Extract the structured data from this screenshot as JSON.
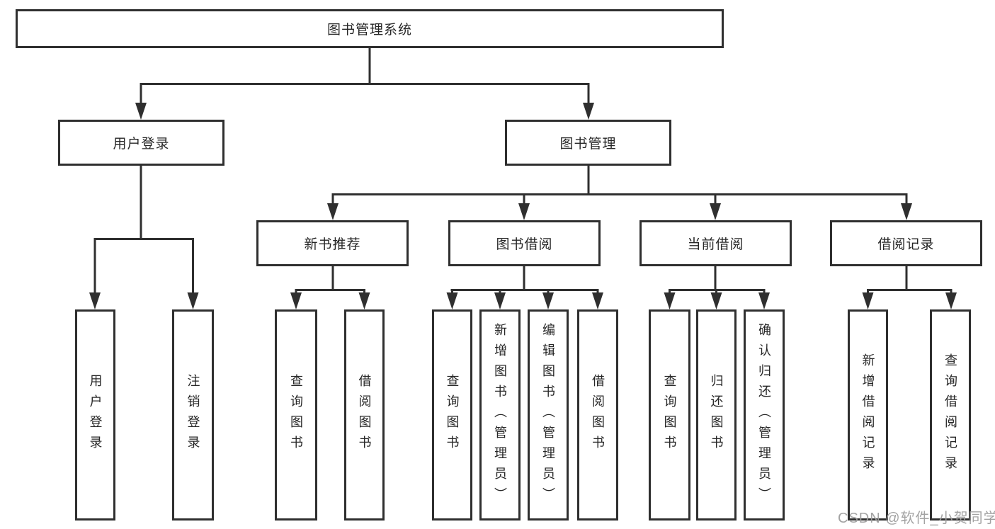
{
  "diagram": {
    "title": "图书管理系统",
    "watermark": "CSDN @软件_小贺同学",
    "colors": {
      "line": "#2f2f2f",
      "box_border": "#2f2f2f",
      "box_bg": "#ffffff",
      "text": "#262626",
      "watermark": "#9e9e9e"
    },
    "nodes": {
      "root": {
        "label": "图书管理系统"
      },
      "user_login": {
        "label": "用户登录"
      },
      "book_mgmt": {
        "label": "图书管理"
      },
      "new_book_rec": {
        "label": "新书推荐"
      },
      "book_borrow": {
        "label": "图书借阅"
      },
      "current_borrow": {
        "label": "当前借阅"
      },
      "borrow_records": {
        "label": "借阅记录"
      }
    },
    "leaves": [
      {
        "parent": "用户登录",
        "label": "用户登录"
      },
      {
        "parent": "用户登录",
        "label": "注销登录"
      },
      {
        "parent": "新书推荐",
        "label": "查询图书"
      },
      {
        "parent": "新书推荐",
        "label": "借阅图书"
      },
      {
        "parent": "图书借阅",
        "label": "查询图书"
      },
      {
        "parent": "图书借阅",
        "label": "新增图书（管理员）"
      },
      {
        "parent": "图书借阅",
        "label": "编辑图书（管理员）"
      },
      {
        "parent": "图书借阅",
        "label": "借阅图书"
      },
      {
        "parent": "当前借阅",
        "label": "查询图书"
      },
      {
        "parent": "当前借阅",
        "label": "归还图书"
      },
      {
        "parent": "当前借阅",
        "label": "确认归还（管理员）"
      },
      {
        "parent": "借阅记录",
        "label": "新增借阅记录"
      },
      {
        "parent": "借阅记录",
        "label": "查询借阅记录"
      }
    ]
  }
}
